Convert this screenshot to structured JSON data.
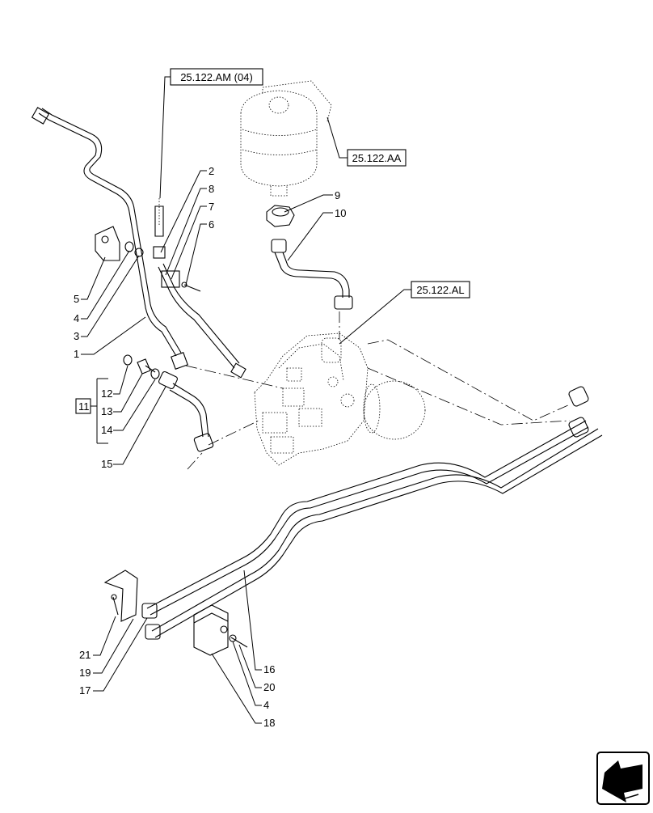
{
  "references": {
    "r1": "25.122.AM (04)",
    "r2": "25.122.AA",
    "r3": "25.122.AL"
  },
  "callouts": {
    "c1": "1",
    "c2": "2",
    "c3": "3",
    "c4": "4",
    "c4b": "4",
    "c5": "5",
    "c6": "6",
    "c7": "7",
    "c8": "8",
    "c9": "9",
    "c10": "10",
    "c11": "11",
    "c12": "12",
    "c13": "13",
    "c14": "14",
    "c15": "15",
    "c16": "16",
    "c17": "17",
    "c18": "18",
    "c19": "19",
    "c20": "20",
    "c21": "21"
  },
  "icons": {
    "nav": "next-page-arrow-icon"
  }
}
